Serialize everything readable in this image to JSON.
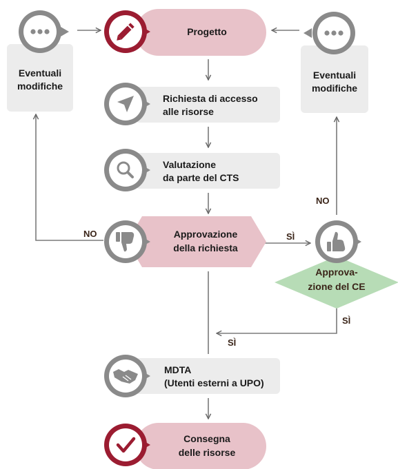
{
  "colors": {
    "accent": "#9b1c31",
    "pink": "#e8c2c9",
    "gray_box": "#ececec",
    "gray_circle": "#8a8a8a",
    "green": "#b7dcb6",
    "edge_label": "#3a2418"
  },
  "nodes": {
    "progetto": {
      "label": "Progetto",
      "icon": "pencil-icon"
    },
    "richiesta_accesso": {
      "line1": "Richiesta di accesso",
      "line2": "alle risorse",
      "icon": "cursor-arrow-icon"
    },
    "valutazione": {
      "line1": "Valutazione",
      "line2": "da parte del CTS",
      "icon": "magnifier-icon"
    },
    "approvazione_richiesta": {
      "line1": "Approvazione",
      "line2": "della richiesta",
      "icon": "thumbs-down-icon"
    },
    "approvazione_ce": {
      "line1": "Approva-",
      "line2": "zione del CE",
      "icon": "thumbs-up-icon"
    },
    "mdta": {
      "line1": "MDTA",
      "line2": "(Utenti esterni a UPO)",
      "icon": "handshake-icon"
    },
    "consegna": {
      "line1": "Consegna",
      "line2": "delle risorse",
      "icon": "checkmark-icon"
    },
    "modifiche_left": {
      "line1": "Eventuali",
      "line2": "modifiche",
      "icon": "ellipsis-bubble-icon"
    },
    "modifiche_right": {
      "line1": "Eventuali",
      "line2": "modifiche",
      "icon": "ellipsis-bubble-icon"
    }
  },
  "edges": {
    "no_left": "NO",
    "si_right": "SÌ",
    "no_right": "NO",
    "si_ce_down": "SÌ",
    "si_merge": "SÌ"
  }
}
